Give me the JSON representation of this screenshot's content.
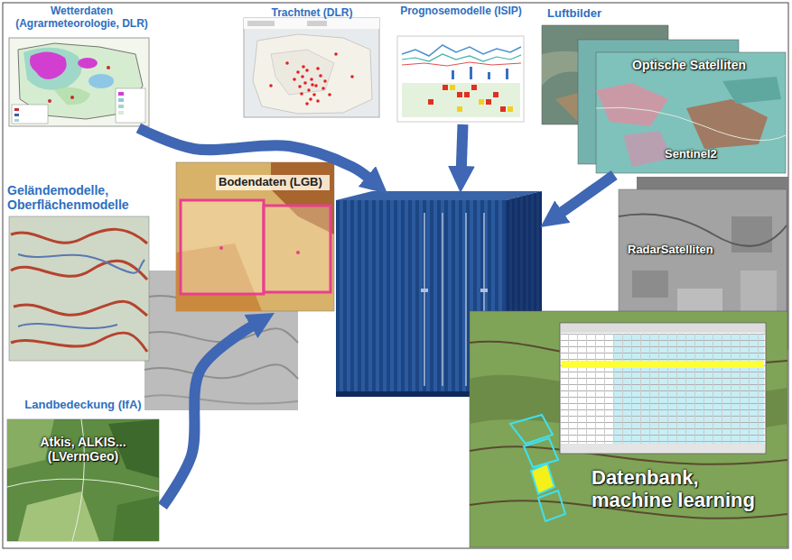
{
  "diagram": {
    "nodes": [
      {
        "text": [
          "Wetterdaten (Agrarmeteorologie, DLR)"
        ]
      },
      {
        "text": [
          "Trachtnet (DLR)"
        ]
      },
      {
        "text": [
          "Prognosemodelle (ISIP)"
        ]
      },
      {
        "text": [
          "Luftbilder"
        ]
      },
      {
        "text": [
          "Optische Satelliten",
          "Sentinel2"
        ],
        "in": 3
      },
      {
        "text": [
          "Geländemodelle, Oberflächenmodelle"
        ]
      },
      {
        "text": [
          "Bodendaten (LGB)"
        ]
      },
      {
        "text": []
      },
      {
        "text": [
          "RadarSatelliten"
        ]
      },
      {
        "text": [
          "Datenbank, machine learning"
        ]
      },
      {
        "text": [
          "Landbedeckung (IfA)",
          "Atkis, ALKIS... (LVermGeo)"
        ]
      }
    ],
    "edges": [
      {
        "from": 0,
        "to": 7,
        "arrow": "to"
      },
      {
        "from": 2,
        "to": 7,
        "arrow": "to"
      },
      {
        "from": 3,
        "to": 7,
        "arrow": "to"
      },
      {
        "from": 10,
        "to": 6,
        "arrow": "to"
      }
    ]
  }
}
